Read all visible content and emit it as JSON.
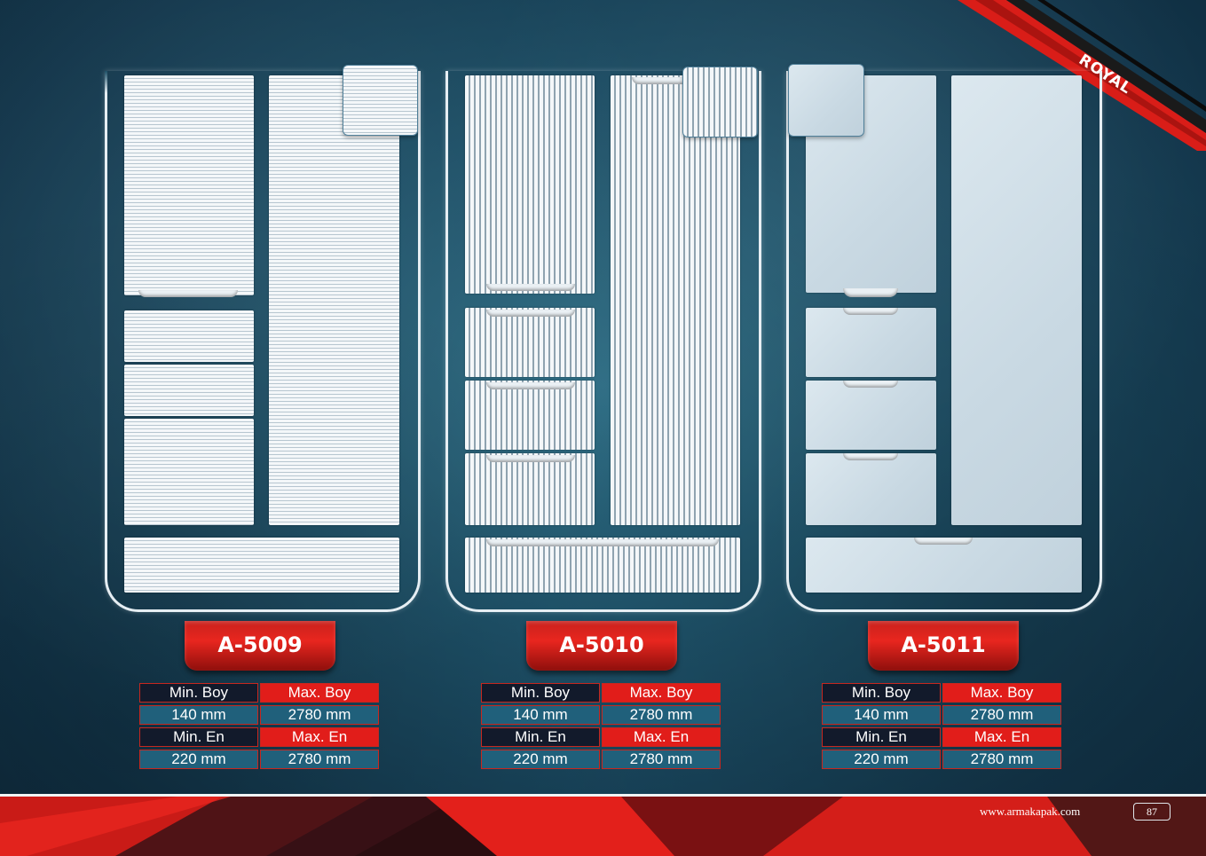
{
  "ribbon": {
    "label": "ROYAL"
  },
  "products": [
    {
      "code": "A-5009",
      "texture": "horizontal-grooves",
      "specs": {
        "min_boy_label": "Min. Boy",
        "max_boy_label": "Max. Boy",
        "min_boy": "140 mm",
        "max_boy": "2780 mm",
        "min_en_label": "Min. En",
        "max_en_label": "Max. En",
        "min_en": "220 mm",
        "max_en": "2780 mm"
      }
    },
    {
      "code": "A-5010",
      "texture": "vertical-grooves",
      "specs": {
        "min_boy_label": "Min. Boy",
        "max_boy_label": "Max. Boy",
        "min_boy": "140 mm",
        "max_boy": "2780 mm",
        "min_en_label": "Min. En",
        "max_en_label": "Max. En",
        "min_en": "220 mm",
        "max_en": "2780 mm"
      }
    },
    {
      "code": "A-5011",
      "texture": "plain",
      "specs": {
        "min_boy_label": "Min. Boy",
        "max_boy_label": "Max. Boy",
        "min_boy": "140 mm",
        "max_boy": "2780 mm",
        "min_en_label": "Min. En",
        "max_en_label": "Max. En",
        "min_en": "220 mm",
        "max_en": "2780 mm"
      }
    }
  ],
  "footer": {
    "website": "www.armakapak.com",
    "page_number": "87"
  },
  "colors": {
    "accent_red": "#e11d1a",
    "dark_navy": "#121a2b",
    "teal": "#20607b"
  }
}
